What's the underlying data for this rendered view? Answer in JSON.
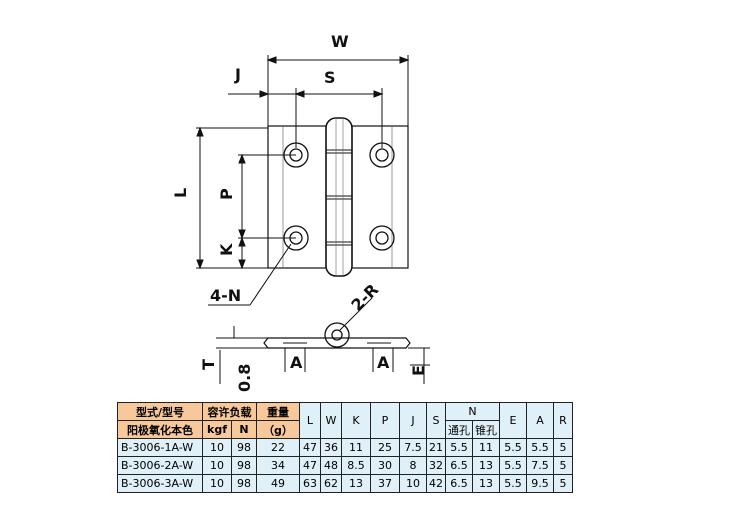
{
  "drawing": {
    "labels": {
      "W": "W",
      "J": "J",
      "S": "S",
      "L": "L",
      "P": "P",
      "K": "K",
      "N_callout": "4-N",
      "R_callout": "2-R",
      "T": "T",
      "thickness": "0.8",
      "A_left": "A",
      "A_right": "A",
      "E": "E"
    }
  },
  "table": {
    "header": {
      "model_top": "型式/型号",
      "load_top": "容许负载",
      "weight_top": "重量",
      "model_sub": "阳极氧化本色",
      "kgf": "kgf",
      "N_unit": "N",
      "g_unit": "（g）",
      "cols": [
        "L",
        "W",
        "K",
        "P",
        "J",
        "S"
      ],
      "N_group": "N",
      "N_through": "通孔",
      "N_countersink": "锥孔",
      "E": "E",
      "A": "A",
      "R": "R"
    },
    "rows": [
      {
        "model": "B-3006-1A-W",
        "kgf": "10",
        "N": "98",
        "g": "22",
        "L": "47",
        "W": "36",
        "K": "11",
        "P": "25",
        "J": "7.5",
        "S": "21",
        "N_through": "5.5",
        "N_countersink": "11",
        "E": "5.5",
        "A": "5.5",
        "R": "5"
      },
      {
        "model": "B-3006-2A-W",
        "kgf": "10",
        "N": "98",
        "g": "34",
        "L": "47",
        "W": "48",
        "K": "8.5",
        "P": "30",
        "J": "8",
        "S": "32",
        "N_through": "6.5",
        "N_countersink": "13",
        "E": "5.5",
        "A": "7.5",
        "R": "5"
      },
      {
        "model": "B-3006-3A-W",
        "kgf": "10",
        "N": "98",
        "g": "49",
        "L": "63",
        "W": "62",
        "K": "13",
        "P": "37",
        "J": "10",
        "S": "42",
        "N_through": "6.5",
        "N_countersink": "13",
        "E": "5.5",
        "A": "9.5",
        "R": "5"
      }
    ]
  }
}
